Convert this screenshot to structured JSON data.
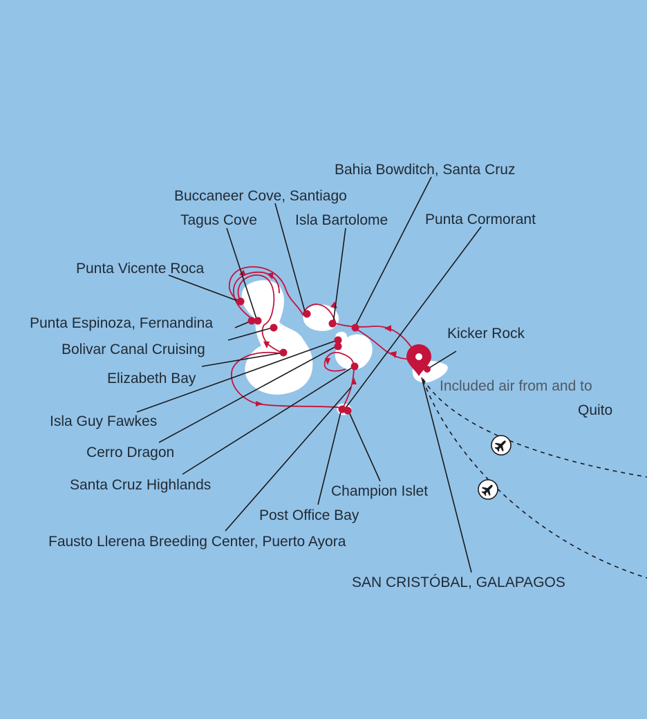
{
  "map": {
    "colors": {
      "ocean": "#94c3e8",
      "land": "#ffffff",
      "route": "#c4143c",
      "leader": "#1a1a1a"
    },
    "stops": [
      {
        "id": "bahia-bowditch",
        "label": "Bahia Bowditch, Santa Cruz"
      },
      {
        "id": "buccaneer-cove",
        "label": "Buccaneer Cove, Santiago"
      },
      {
        "id": "tagus-cove",
        "label": "Tagus Cove"
      },
      {
        "id": "isla-bartolome",
        "label": "Isla Bartolome"
      },
      {
        "id": "punta-cormorant",
        "label": "Punta Cormorant"
      },
      {
        "id": "punta-vicente-roca",
        "label": "Punta Vicente Roca"
      },
      {
        "id": "kicker-rock",
        "label": "Kicker Rock"
      },
      {
        "id": "punta-espinoza",
        "label": "Punta Espinoza, Fernandina"
      },
      {
        "id": "bolivar-canal",
        "label": "Bolivar Canal Cruising"
      },
      {
        "id": "elizabeth-bay",
        "label": "Elizabeth Bay"
      },
      {
        "id": "isla-guy-fawkes",
        "label": "Isla Guy Fawkes"
      },
      {
        "id": "cerro-dragon",
        "label": "Cerro Dragon"
      },
      {
        "id": "santa-cruz-highlands",
        "label": "Santa Cruz Highlands"
      },
      {
        "id": "champion-islet",
        "label": "Champion Islet"
      },
      {
        "id": "post-office-bay",
        "label": "Post Office Bay"
      },
      {
        "id": "fausto-llerena",
        "label": "Fausto Llerena Breeding Center, Puerto Ayora"
      },
      {
        "id": "san-cristobal",
        "label": "SAN CRISTÓBAL, GALAPAGOS"
      }
    ],
    "air_note": {
      "line1": "Included air from and to",
      "line2": "Quito"
    },
    "icons": {
      "port": "location-pin-icon",
      "flight": "airplane-icon"
    }
  }
}
